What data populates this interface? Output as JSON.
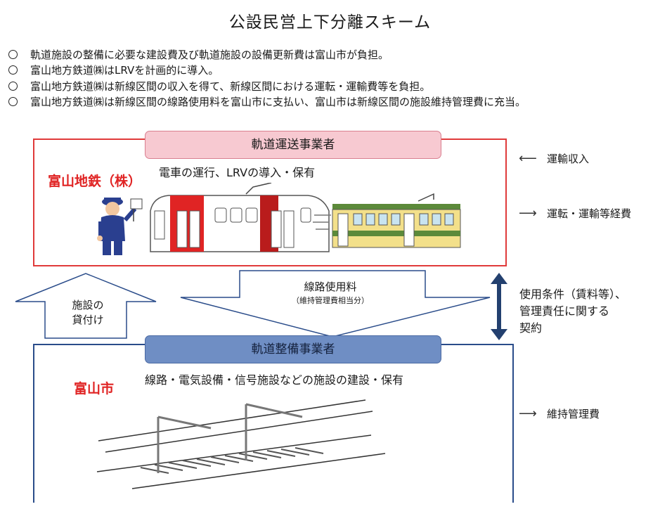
{
  "title": "公設民営上下分離スキーム",
  "bullets": [
    "軌道施設の整備に必要な建設費及び軌道施設の設備更新費は富山市が負担。",
    "富山地方鉄道㈱はLRVを計画的に導入。",
    "富山地方鉄道㈱は新線区間の収入を得て、新線区間における運転・運輸費等を負担。",
    "富山地方鉄道㈱は新線区間の線路使用料を富山市に支払い、富山市は新線区間の施設維持管理費に充当。"
  ],
  "top_box": {
    "header": "軌道運送事業者",
    "entity": "富山地鉄（株）",
    "role": "電車の運行、LRVの導入・保有",
    "right_in": "運輸収入",
    "right_out": "運転・運輸等経費"
  },
  "middle": {
    "left_arrow_label_1": "施設の",
    "left_arrow_label_2": "貸付け",
    "center_arrow_label": "線路使用料",
    "center_arrow_sub": "（維持管理費相当分）",
    "contract_1": "使用条件（賃料等）、",
    "contract_2": "管理責任に関する",
    "contract_3": "契約"
  },
  "bottom_box": {
    "header": "軌道整備事業者",
    "entity": "富山市",
    "role": "線路・電気設備・信号施設などの施設の建設・保有",
    "right_out": "維持管理費"
  },
  "colors": {
    "red_border": "#e03a3a",
    "blue_border": "#2a4c8a",
    "entity_red": "#e02424",
    "pink_header": "#f7c9d1",
    "blue_header": "#6f8ec4"
  }
}
